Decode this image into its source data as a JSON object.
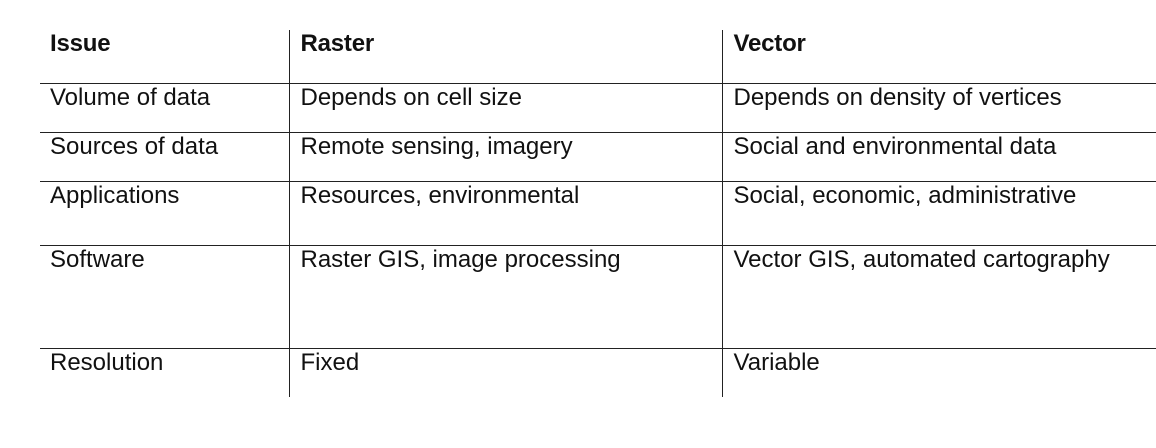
{
  "table": {
    "headers": [
      "Issue",
      "Raster",
      "Vector"
    ],
    "rows": [
      {
        "issue": "Volume of data",
        "raster": "Depends on cell size",
        "vector": "Depends on density of vertices"
      },
      {
        "issue": "Sources of data",
        "raster": "Remote sensing, imagery",
        "vector": "Social and environmental data"
      },
      {
        "issue": "Applications",
        "raster": "Resources, environmental",
        "vector": "Social, economic, administrative"
      },
      {
        "issue": "Software",
        "raster": "Raster GIS, image processing",
        "vector": "Vector GIS, automated cartography"
      },
      {
        "issue": "Resolution",
        "raster": "Fixed",
        "vector": "Variable"
      }
    ]
  }
}
